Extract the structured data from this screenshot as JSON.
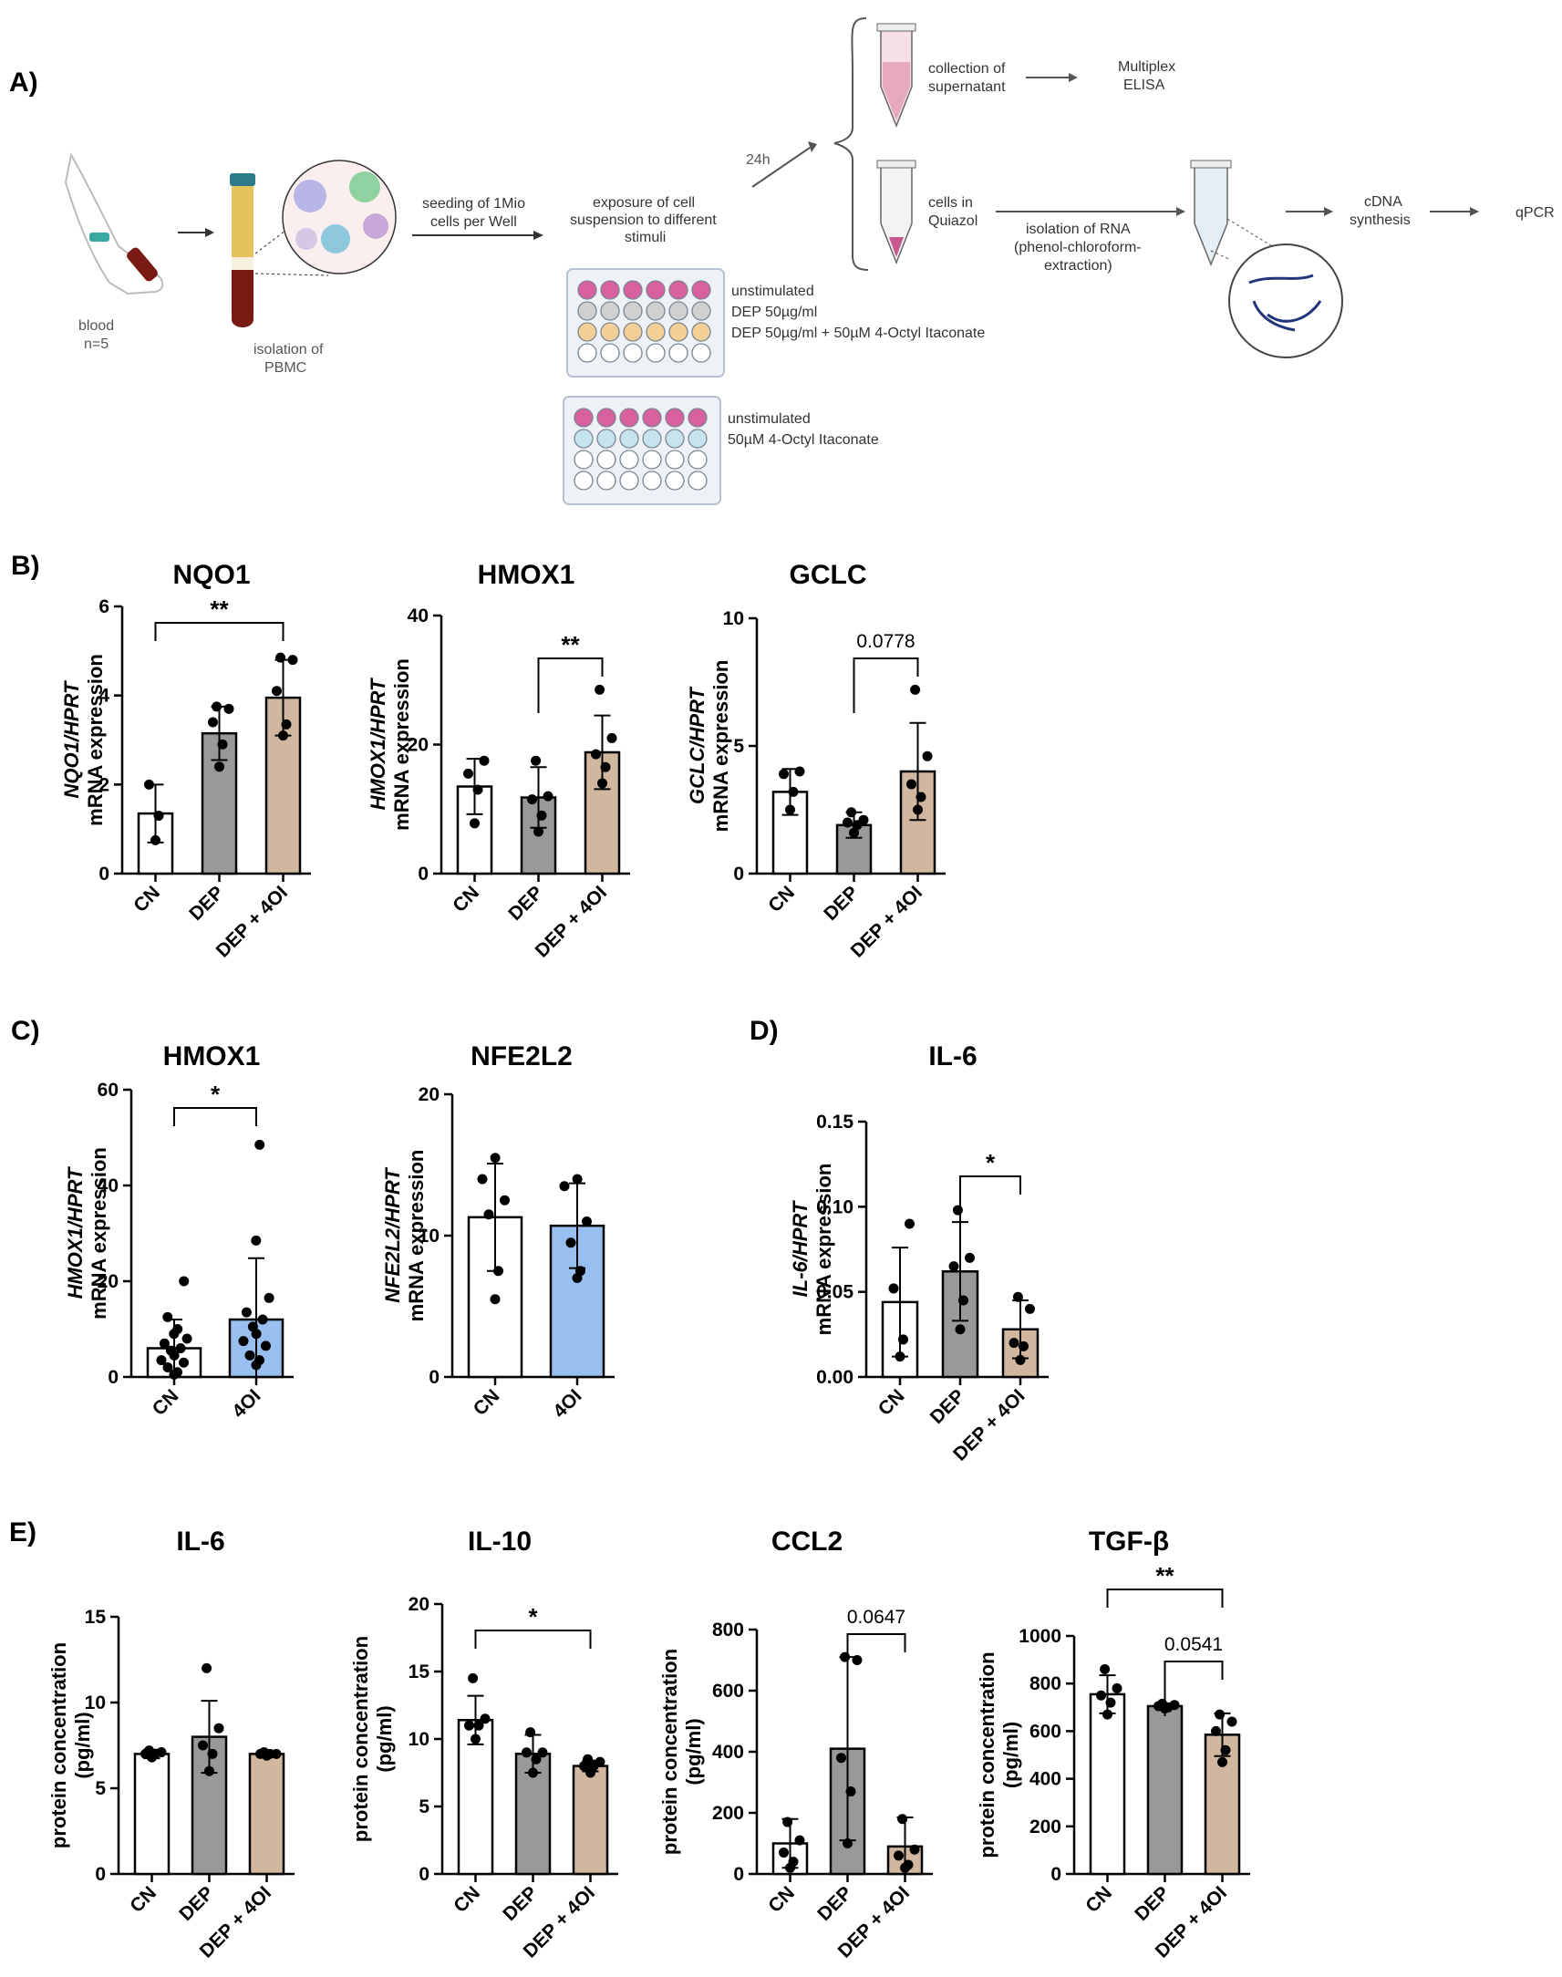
{
  "panel_labels": [
    "A)",
    "B)",
    "C)",
    "D)",
    "E)"
  ],
  "workflow": {
    "blood": "blood",
    "n": "n=5",
    "isolation_of": "isolation of",
    "pbmc": "PBMC",
    "seeding_1": "seeding of 1Mio",
    "seeding_2": "cells per Well",
    "exposure_1": "exposure of cell",
    "exposure_2": "suspension to different",
    "exposure_3": "stimuli",
    "h24": "24h",
    "collection_1": "collection of",
    "collection_2": "supernatant",
    "multiplex_1": "Multiplex",
    "multiplex_2": "ELISA",
    "cells_1": "cells in",
    "cells_2": "Quiazol",
    "rna_1": "isolation of RNA",
    "rna_2": "(phenol-chloroform-",
    "rna_3": "extraction)",
    "cdna_1": "cDNA",
    "cdna_2": "synthesis",
    "qpcr": "qPCR",
    "plate1_rows": [
      "unstimulated",
      "DEP 50µg/ml",
      "DEP 50µg/ml + 50µM 4-Octyl Itaconate"
    ],
    "plate2_rows": [
      "unstimulated",
      "50µM 4-Octyl Itaconate"
    ],
    "colors": {
      "pink": "#d9609e",
      "gray": "#d0d0d0",
      "beige": "#f3cf96",
      "lightblue": "#c7e4ee",
      "blood": "#7a1a14",
      "plasma": "#e6c35a"
    }
  },
  "colors": {
    "CN": "#ffffff",
    "DEP": "#999999",
    "DEP + 4OI": "#d2b7a0",
    "4OI": "#98bff0"
  },
  "chart_data": [
    {
      "id": "b1",
      "type": "bar",
      "title": "NQO1",
      "ylabel1": "NQO1/HPRT",
      "ylabel2": "mRNA expression",
      "ylim": [
        0,
        6
      ],
      "yticks": [
        "0",
        "2",
        "4",
        "6"
      ],
      "categories": [
        "CN",
        "DEP",
        "DEP + 4OI"
      ],
      "values": [
        1.35,
        3.15,
        3.95
      ],
      "sd": [
        0.65,
        0.6,
        0.85
      ],
      "points": [
        [
          0.75,
          1.3,
          2.0
        ],
        [
          2.4,
          2.9,
          3.4,
          3.7,
          3.75
        ],
        [
          3.1,
          3.35,
          4.1,
          4.8,
          4.85
        ]
      ],
      "sig": [
        {
          "from": 0,
          "to": 2,
          "label": "**"
        }
      ]
    },
    {
      "id": "b2",
      "type": "bar",
      "title": "HMOX1",
      "ylabel1": "HMOX1/HPRT",
      "ylabel2": "mRNA expression",
      "ylim": [
        0,
        40
      ],
      "yticks": [
        "0",
        "20",
        "40"
      ],
      "categories": [
        "CN",
        "DEP",
        "DEP + 4OI"
      ],
      "values": [
        13.5,
        11.8,
        18.8
      ],
      "sd": [
        4.3,
        4.7,
        5.7
      ],
      "points": [
        [
          7.8,
          13.0,
          15.5,
          17.5
        ],
        [
          6.5,
          9.0,
          11.5,
          12.0,
          17.5
        ],
        [
          14.0,
          16.5,
          18.5,
          21.0,
          28.5
        ]
      ],
      "sig": [
        {
          "from": 1,
          "to": 2,
          "label": "**"
        }
      ]
    },
    {
      "id": "b3",
      "type": "bar",
      "title": "GCLC",
      "ylabel1": "GCLC/HPRT",
      "ylabel2": "mRNA expression",
      "ylim": [
        0,
        10
      ],
      "yticks": [
        "0",
        "5",
        "10"
      ],
      "categories": [
        "CN",
        "DEP",
        "DEP + 4OI"
      ],
      "values": [
        3.2,
        1.9,
        4.0
      ],
      "sd": [
        0.9,
        0.5,
        1.9
      ],
      "points": [
        [
          2.5,
          3.2,
          3.9,
          4.0
        ],
        [
          1.6,
          1.9,
          2.0,
          2.1,
          2.4
        ],
        [
          2.5,
          3.0,
          3.5,
          4.6,
          7.2
        ]
      ],
      "sig": [
        {
          "from": 1,
          "to": 2,
          "label": "0.0778"
        }
      ]
    },
    {
      "id": "c1",
      "type": "bar",
      "title": "HMOX1",
      "ylabel1": "HMOX1/HPRT",
      "ylabel2": "mRNA expression",
      "ylim": [
        0,
        60
      ],
      "yticks": [
        "0",
        "20",
        "40",
        "60"
      ],
      "categories": [
        "CN",
        "4OI"
      ],
      "values": [
        6.0,
        12.0
      ],
      "sd": [
        6.0,
        12.8
      ],
      "points": [
        [
          0.5,
          1.0,
          2.0,
          3.0,
          3.5,
          4.5,
          5.5,
          6.0,
          7.0,
          8.0,
          9.0,
          10.0,
          12.5,
          20.0
        ],
        [
          2.5,
          3.5,
          4.5,
          6.5,
          7.5,
          9.0,
          10.5,
          12.0,
          13.5,
          16.5,
          28.5,
          48.5
        ]
      ],
      "sig": [
        {
          "from": 0,
          "to": 1,
          "label": "*"
        }
      ]
    },
    {
      "id": "c2",
      "type": "bar",
      "title": "NFE2L2",
      "ylabel1": "NFE2L2/HPRT",
      "ylabel2": "mRNA expression",
      "ylim": [
        0,
        20
      ],
      "yticks": [
        "0",
        "10",
        "20"
      ],
      "categories": [
        "CN",
        "4OI"
      ],
      "values": [
        11.3,
        10.7
      ],
      "sd": [
        3.8,
        3.0
      ],
      "points": [
        [
          5.5,
          7.5,
          11.5,
          12.5,
          14.0,
          15.5
        ],
        [
          7.0,
          7.5,
          9.5,
          11.0,
          13.5,
          14.0
        ]
      ],
      "sig": []
    },
    {
      "id": "d1",
      "type": "bar",
      "title": "IL-6",
      "ylabel1": "IL-6/HPRT",
      "ylabel2": "mRNA expression",
      "ylim": [
        0,
        0.15
      ],
      "yticks": [
        "0.00",
        "0.05",
        "0.10",
        "0.15"
      ],
      "categories": [
        "CN",
        "DEP",
        "DEP + 4OI"
      ],
      "values": [
        0.044,
        0.062,
        0.028
      ],
      "sd": [
        0.032,
        0.029,
        0.017
      ],
      "points": [
        [
          0.012,
          0.022,
          0.052,
          0.09
        ],
        [
          0.028,
          0.045,
          0.065,
          0.07,
          0.098
        ],
        [
          0.01,
          0.018,
          0.02,
          0.04,
          0.047
        ]
      ],
      "sig": [
        {
          "from": 1,
          "to": 2,
          "label": "*"
        }
      ]
    },
    {
      "id": "e1",
      "type": "bar",
      "title": "IL-6",
      "ylabel1": "",
      "ylabel2": "protein concentration",
      "ylabel3": "(pg/ml)",
      "ylim": [
        0,
        15
      ],
      "yticks": [
        "0",
        "5",
        "10",
        "15"
      ],
      "categories": [
        "CN",
        "DEP",
        "DEP + 4OI"
      ],
      "values": [
        7.0,
        8.0,
        7.0
      ],
      "sd": [
        0.25,
        2.1,
        0.15
      ],
      "points": [
        [
          6.8,
          7.0,
          7.0,
          7.1,
          7.2
        ],
        [
          6.0,
          7.0,
          7.5,
          8.5,
          12.0
        ],
        [
          6.9,
          7.0,
          7.0,
          7.0,
          7.1
        ]
      ],
      "sig": []
    },
    {
      "id": "e2",
      "type": "bar",
      "title": "IL-10",
      "ylabel1": "",
      "ylabel2": "protein concentration",
      "ylabel3": "(pg/ml)",
      "ylim": [
        0,
        20
      ],
      "yticks": [
        "0",
        "5",
        "10",
        "15",
        "20"
      ],
      "categories": [
        "CN",
        "DEP",
        "DEP + 4OI"
      ],
      "values": [
        11.4,
        8.9,
        8.0
      ],
      "sd": [
        1.8,
        1.4,
        0.4
      ],
      "points": [
        [
          10.0,
          11.0,
          11.0,
          11.5,
          14.5
        ],
        [
          7.5,
          8.5,
          9.0,
          9.0,
          10.5
        ],
        [
          7.5,
          8.0,
          8.0,
          8.3,
          8.5
        ]
      ],
      "sig": [
        {
          "from": 0,
          "to": 2,
          "label": "*"
        }
      ]
    },
    {
      "id": "e3",
      "type": "bar",
      "title": "CCL2",
      "ylabel1": "",
      "ylabel2": "protein concentration",
      "ylabel3": "(pg/ml)",
      "ylim": [
        0,
        800
      ],
      "yticks": [
        "0",
        "200",
        "400",
        "600",
        "800"
      ],
      "categories": [
        "CN",
        "DEP",
        "DEP + 4OI"
      ],
      "values": [
        100,
        410,
        90
      ],
      "sd": [
        80,
        300,
        95
      ],
      "points": [
        [
          20,
          40,
          70,
          110,
          170
        ],
        [
          100,
          270,
          380,
          700,
          710
        ],
        [
          20,
          30,
          60,
          80,
          180
        ]
      ],
      "sig": [
        {
          "from": 1,
          "to": 2,
          "label": "0.0647"
        }
      ]
    },
    {
      "id": "e4",
      "type": "bar",
      "title": "TGF-β",
      "ylabel1": "",
      "ylabel2": "protein concentration",
      "ylabel3": "(pg/ml)",
      "ylim": [
        0,
        1000
      ],
      "yticks": [
        "0",
        "200",
        "400",
        "600",
        "800",
        "1000"
      ],
      "categories": [
        "CN",
        "DEP",
        "DEP + 4OI"
      ],
      "values": [
        755,
        705,
        585
      ],
      "sd": [
        80,
        10,
        90
      ],
      "points": [
        [
          670,
          720,
          750,
          780,
          860
        ],
        [
          695,
          700,
          705,
          710,
          715
        ],
        [
          470,
          520,
          600,
          640,
          670
        ]
      ],
      "sig": [
        {
          "from": 0,
          "to": 2,
          "label": "**"
        },
        {
          "from": 1,
          "to": 2,
          "label": "0.0541"
        }
      ]
    }
  ]
}
